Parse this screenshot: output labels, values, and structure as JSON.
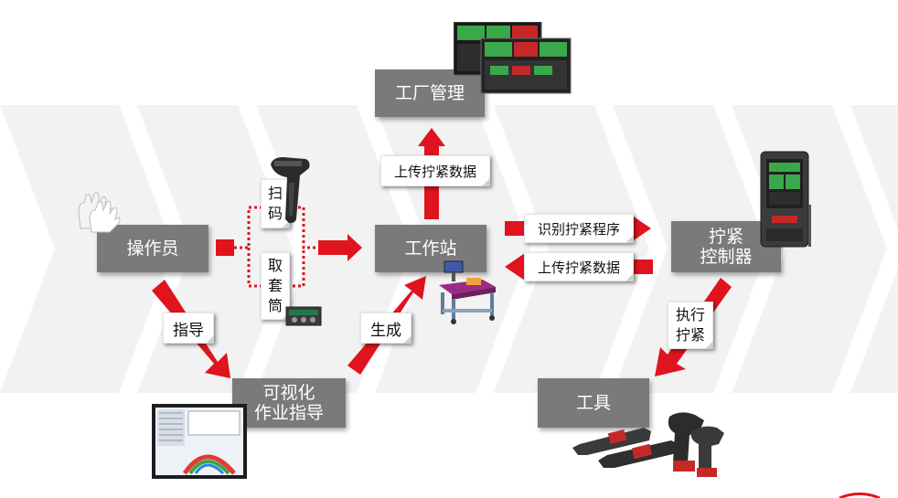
{
  "colors": {
    "accent": "#e0141e",
    "node": "#7a7a7a",
    "chevron": "#f1f1f1"
  },
  "nodes": {
    "factory": "工厂管理",
    "operator": "操作员",
    "workstation": "工作站",
    "controller_line1": "拧紧",
    "controller_line2": "控制器",
    "visual_line1": "可视化",
    "visual_line2": "作业指导",
    "tool": "工具"
  },
  "labels": {
    "upload_up": "上传拧紧数据",
    "identify": "识别拧紧程序",
    "upload_left": "上传拧紧数据",
    "scan_1": "扫",
    "scan_2": "码",
    "socket_1": "取",
    "socket_2": "套",
    "socket_3": "筒",
    "guide": "指导",
    "generate": "生成",
    "execute_1": "执行",
    "execute_2": "拧紧"
  },
  "icons": [
    "gloves-icon",
    "barcode-scanner-icon",
    "socket-tray-icon",
    "workbench-icon",
    "dashboard-screens-icon",
    "controller-device-icon",
    "instruction-screen-icon",
    "power-tools-icon"
  ]
}
